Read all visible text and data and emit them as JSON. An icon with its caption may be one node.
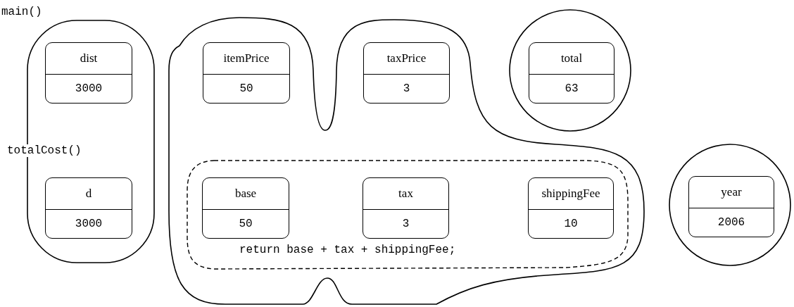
{
  "diagram": {
    "nodes": [
      {
        "text": [],
        "shape": "box"
      },
      {
        "text": [
          "dist",
          "3000"
        ],
        "in": 0
      },
      {
        "text": [
          "d",
          "3000"
        ],
        "in": 0
      },
      {
        "text": [],
        "shape": "cloud"
      },
      {
        "text": [
          "itemPrice",
          "50"
        ],
        "in": 3
      },
      {
        "text": [
          "taxPrice",
          "3"
        ],
        "in": 3
      },
      {
        "text": [
          "return base + tax + shippingFee;"
        ],
        "in": 3
      },
      {
        "text": [
          "base",
          "50"
        ],
        "in": 6
      },
      {
        "text": [
          "tax",
          "3"
        ],
        "in": 6
      },
      {
        "text": [
          "shippingFee",
          "10"
        ],
        "in": 6
      },
      {
        "text": [],
        "shape": "circle"
      },
      {
        "text": [
          "total",
          "63"
        ],
        "in": 10
      },
      {
        "text": [],
        "shape": "circle"
      },
      {
        "text": [
          "year",
          "2006"
        ],
        "in": 12
      }
    ],
    "labels": [
      "main()",
      "totalCost()"
    ]
  }
}
